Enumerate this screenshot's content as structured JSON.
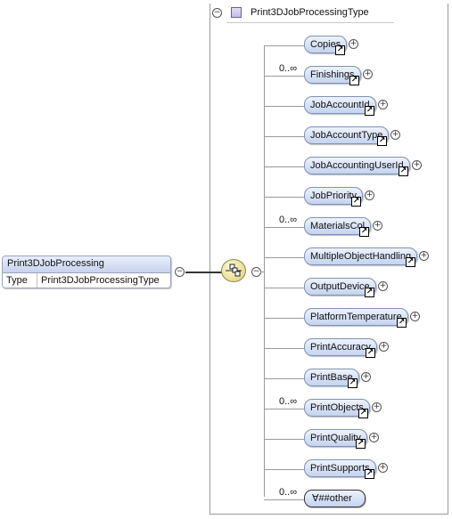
{
  "complex_type": {
    "name": "Print3DJobProcessingType",
    "collapse_symbol": "−"
  },
  "root": {
    "name": "Print3DJobProcessing",
    "type_label": "Type",
    "type_value": "Print3DJobProcessingType",
    "collapse_symbol": "−"
  },
  "sequence": {
    "collapse_symbol": "−"
  },
  "expand_symbol": "+",
  "ref_symbol": "↗",
  "children": [
    {
      "name": "Copies",
      "occurs": ""
    },
    {
      "name": "Finishings",
      "occurs": "0..∞"
    },
    {
      "name": "JobAccountId",
      "occurs": ""
    },
    {
      "name": "JobAccountType",
      "occurs": ""
    },
    {
      "name": "JobAccountingUserId",
      "occurs": ""
    },
    {
      "name": "JobPriority",
      "occurs": ""
    },
    {
      "name": "MaterialsCol",
      "occurs": "0..∞"
    },
    {
      "name": "MultipleObjectHandling",
      "occurs": ""
    },
    {
      "name": "OutputDevice",
      "occurs": ""
    },
    {
      "name": "PlatformTemperature",
      "occurs": ""
    },
    {
      "name": "PrintAccuracy",
      "occurs": ""
    },
    {
      "name": "PrintBase",
      "occurs": ""
    },
    {
      "name": "PrintObjects",
      "occurs": "0..∞"
    },
    {
      "name": "PrintQuality",
      "occurs": ""
    },
    {
      "name": "PrintSupports",
      "occurs": ""
    }
  ],
  "any": {
    "label": "##other",
    "namespace_symbol": "∀",
    "occurs": "0..∞"
  }
}
